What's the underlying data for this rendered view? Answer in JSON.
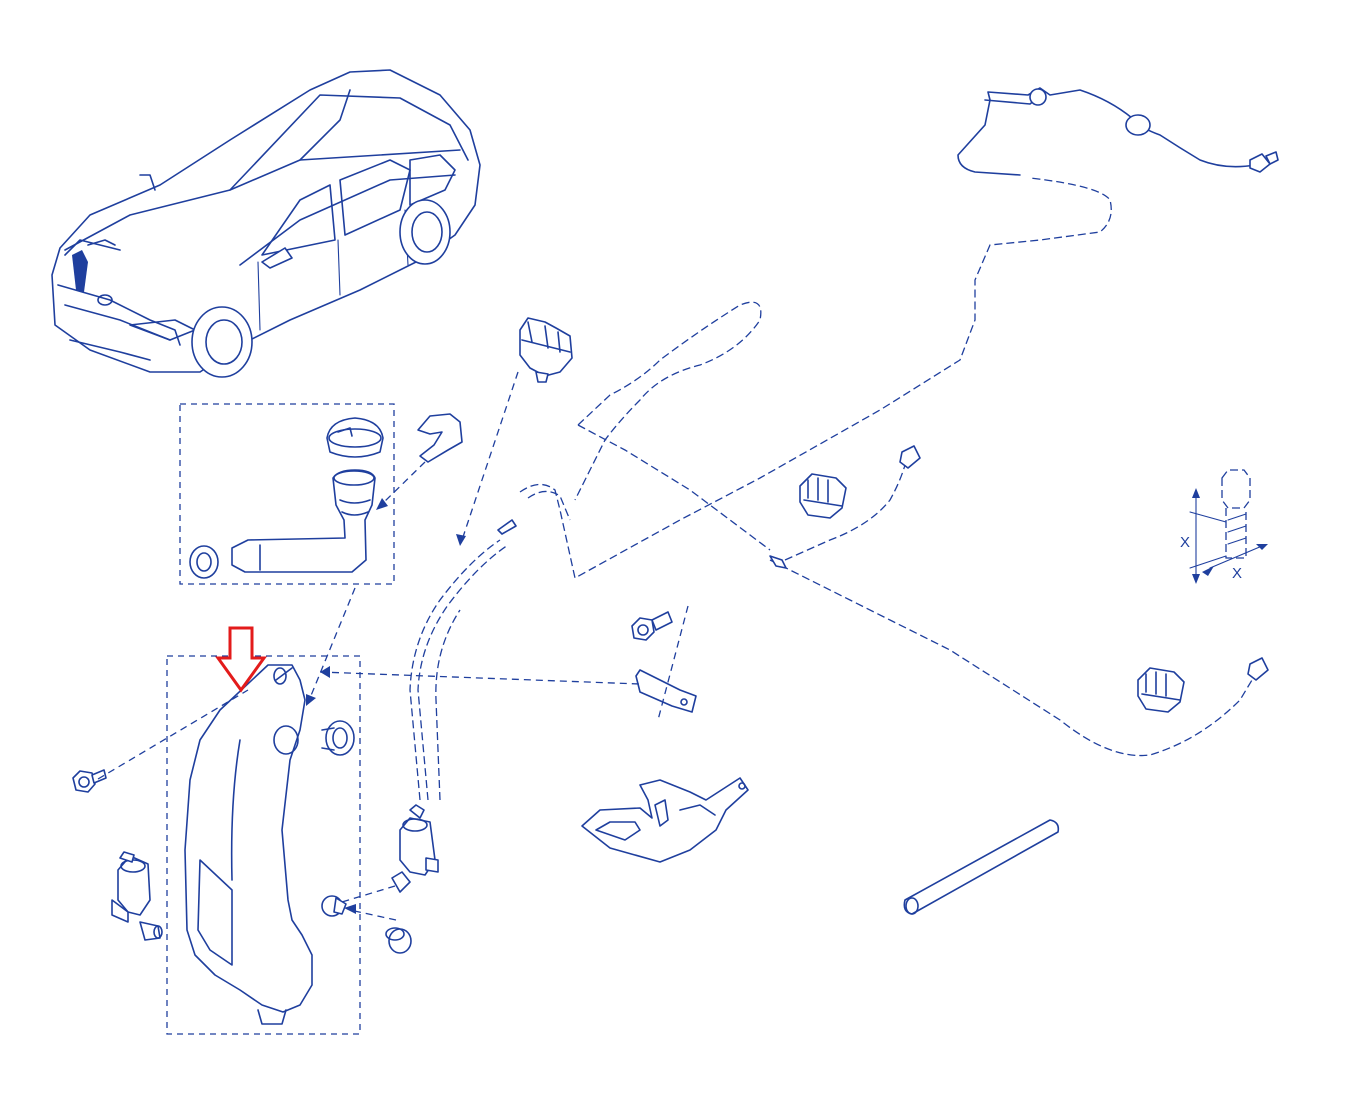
{
  "diagram": {
    "dimension_labels": {
      "bolt_height": "X",
      "bolt_width": "X"
    },
    "colors": {
      "line": "#1f3f9e",
      "highlight_arrow": "#e31b1b",
      "background": "#ffffff"
    },
    "highlighted_part": "washer-reservoir"
  }
}
